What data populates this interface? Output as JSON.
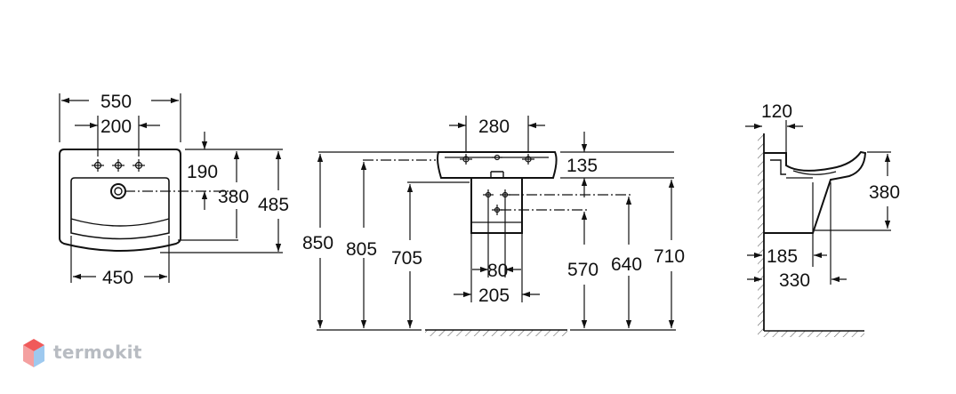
{
  "logo": {
    "text": "termokit",
    "icon": "hexagon-cube-icon",
    "color_top": "#f05a5a",
    "color_left": "#f4a0a0",
    "color_right": "#9ec9ef"
  },
  "colors": {
    "line": "#111111",
    "ground": "#666666"
  },
  "top_view": {
    "overall_width": "550",
    "tap_spacing": "200",
    "tap_offset": "190",
    "waste_offset": "380",
    "overall_depth": "485",
    "front_width": "450"
  },
  "front_view": {
    "hole_spacing": "280",
    "rim_height_offset": "135",
    "fixing_height_850": "850",
    "fixing_height_805": "805",
    "fixing_height_705": "705",
    "pedestal_80": "80",
    "pedestal_205": "205",
    "height_570": "570",
    "height_640": "640",
    "height_710": "710"
  },
  "side_view": {
    "wall_offset": "120",
    "basin_height": "380",
    "dim_185": "185",
    "projection": "330"
  }
}
